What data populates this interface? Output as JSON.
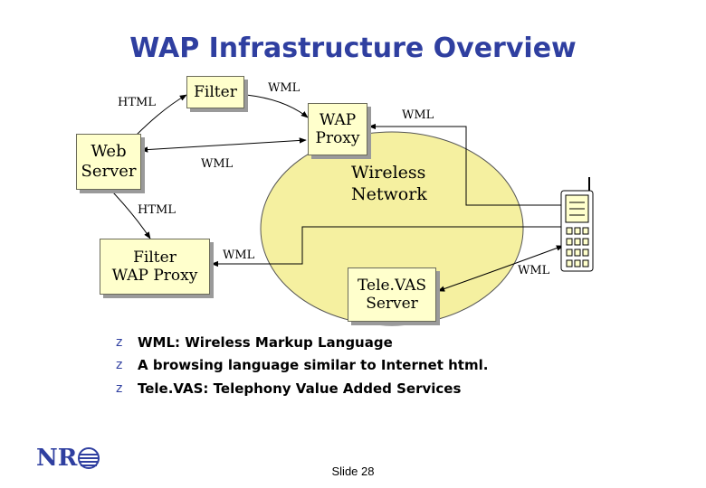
{
  "title": "WAP Infrastructure Overview",
  "nodes": {
    "filter_top": "Filter",
    "wap_proxy": [
      "WAP",
      "Proxy"
    ],
    "web_server": [
      "Web",
      "Server"
    ],
    "filter_wap_proxy": [
      "Filter",
      "WAP Proxy"
    ],
    "televas_server": [
      "Tele.VAS",
      "Server"
    ],
    "wireless_network": [
      "Wireless",
      "Network"
    ]
  },
  "edge_labels": {
    "html_top": "HTML",
    "wml_top": "WML",
    "wml_right": "WML",
    "wml_mid": "WML",
    "html_mid": "HTML",
    "wml_filter": "WML",
    "wml_phone": "WML"
  },
  "bullets": [
    "WML: Wireless Markup Language",
    "A browsing language similar to Internet html.",
    "Tele.VAS: Telephony Value Added Services"
  ],
  "bullet_glyph": "z",
  "footer": "Slide 28",
  "logo_text": "NR",
  "colors": {
    "title": "#2f3fa0",
    "box_fill": "#ffffcc",
    "cloud_fill": "#f5f0a0"
  }
}
